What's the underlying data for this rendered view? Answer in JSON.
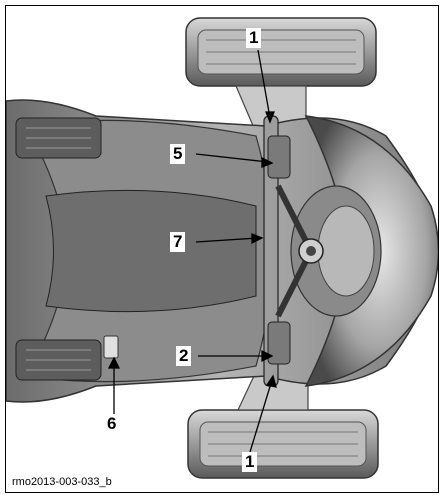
{
  "figure": {
    "caption": "rmo2013-003-033_b",
    "callouts": [
      {
        "id": "c1_top",
        "label": "1"
      },
      {
        "id": "c5",
        "label": "5"
      },
      {
        "id": "c7",
        "label": "7"
      },
      {
        "id": "c2",
        "label": "2"
      },
      {
        "id": "c6",
        "label": "6"
      },
      {
        "id": "c1_bottom",
        "label": "1"
      }
    ]
  }
}
